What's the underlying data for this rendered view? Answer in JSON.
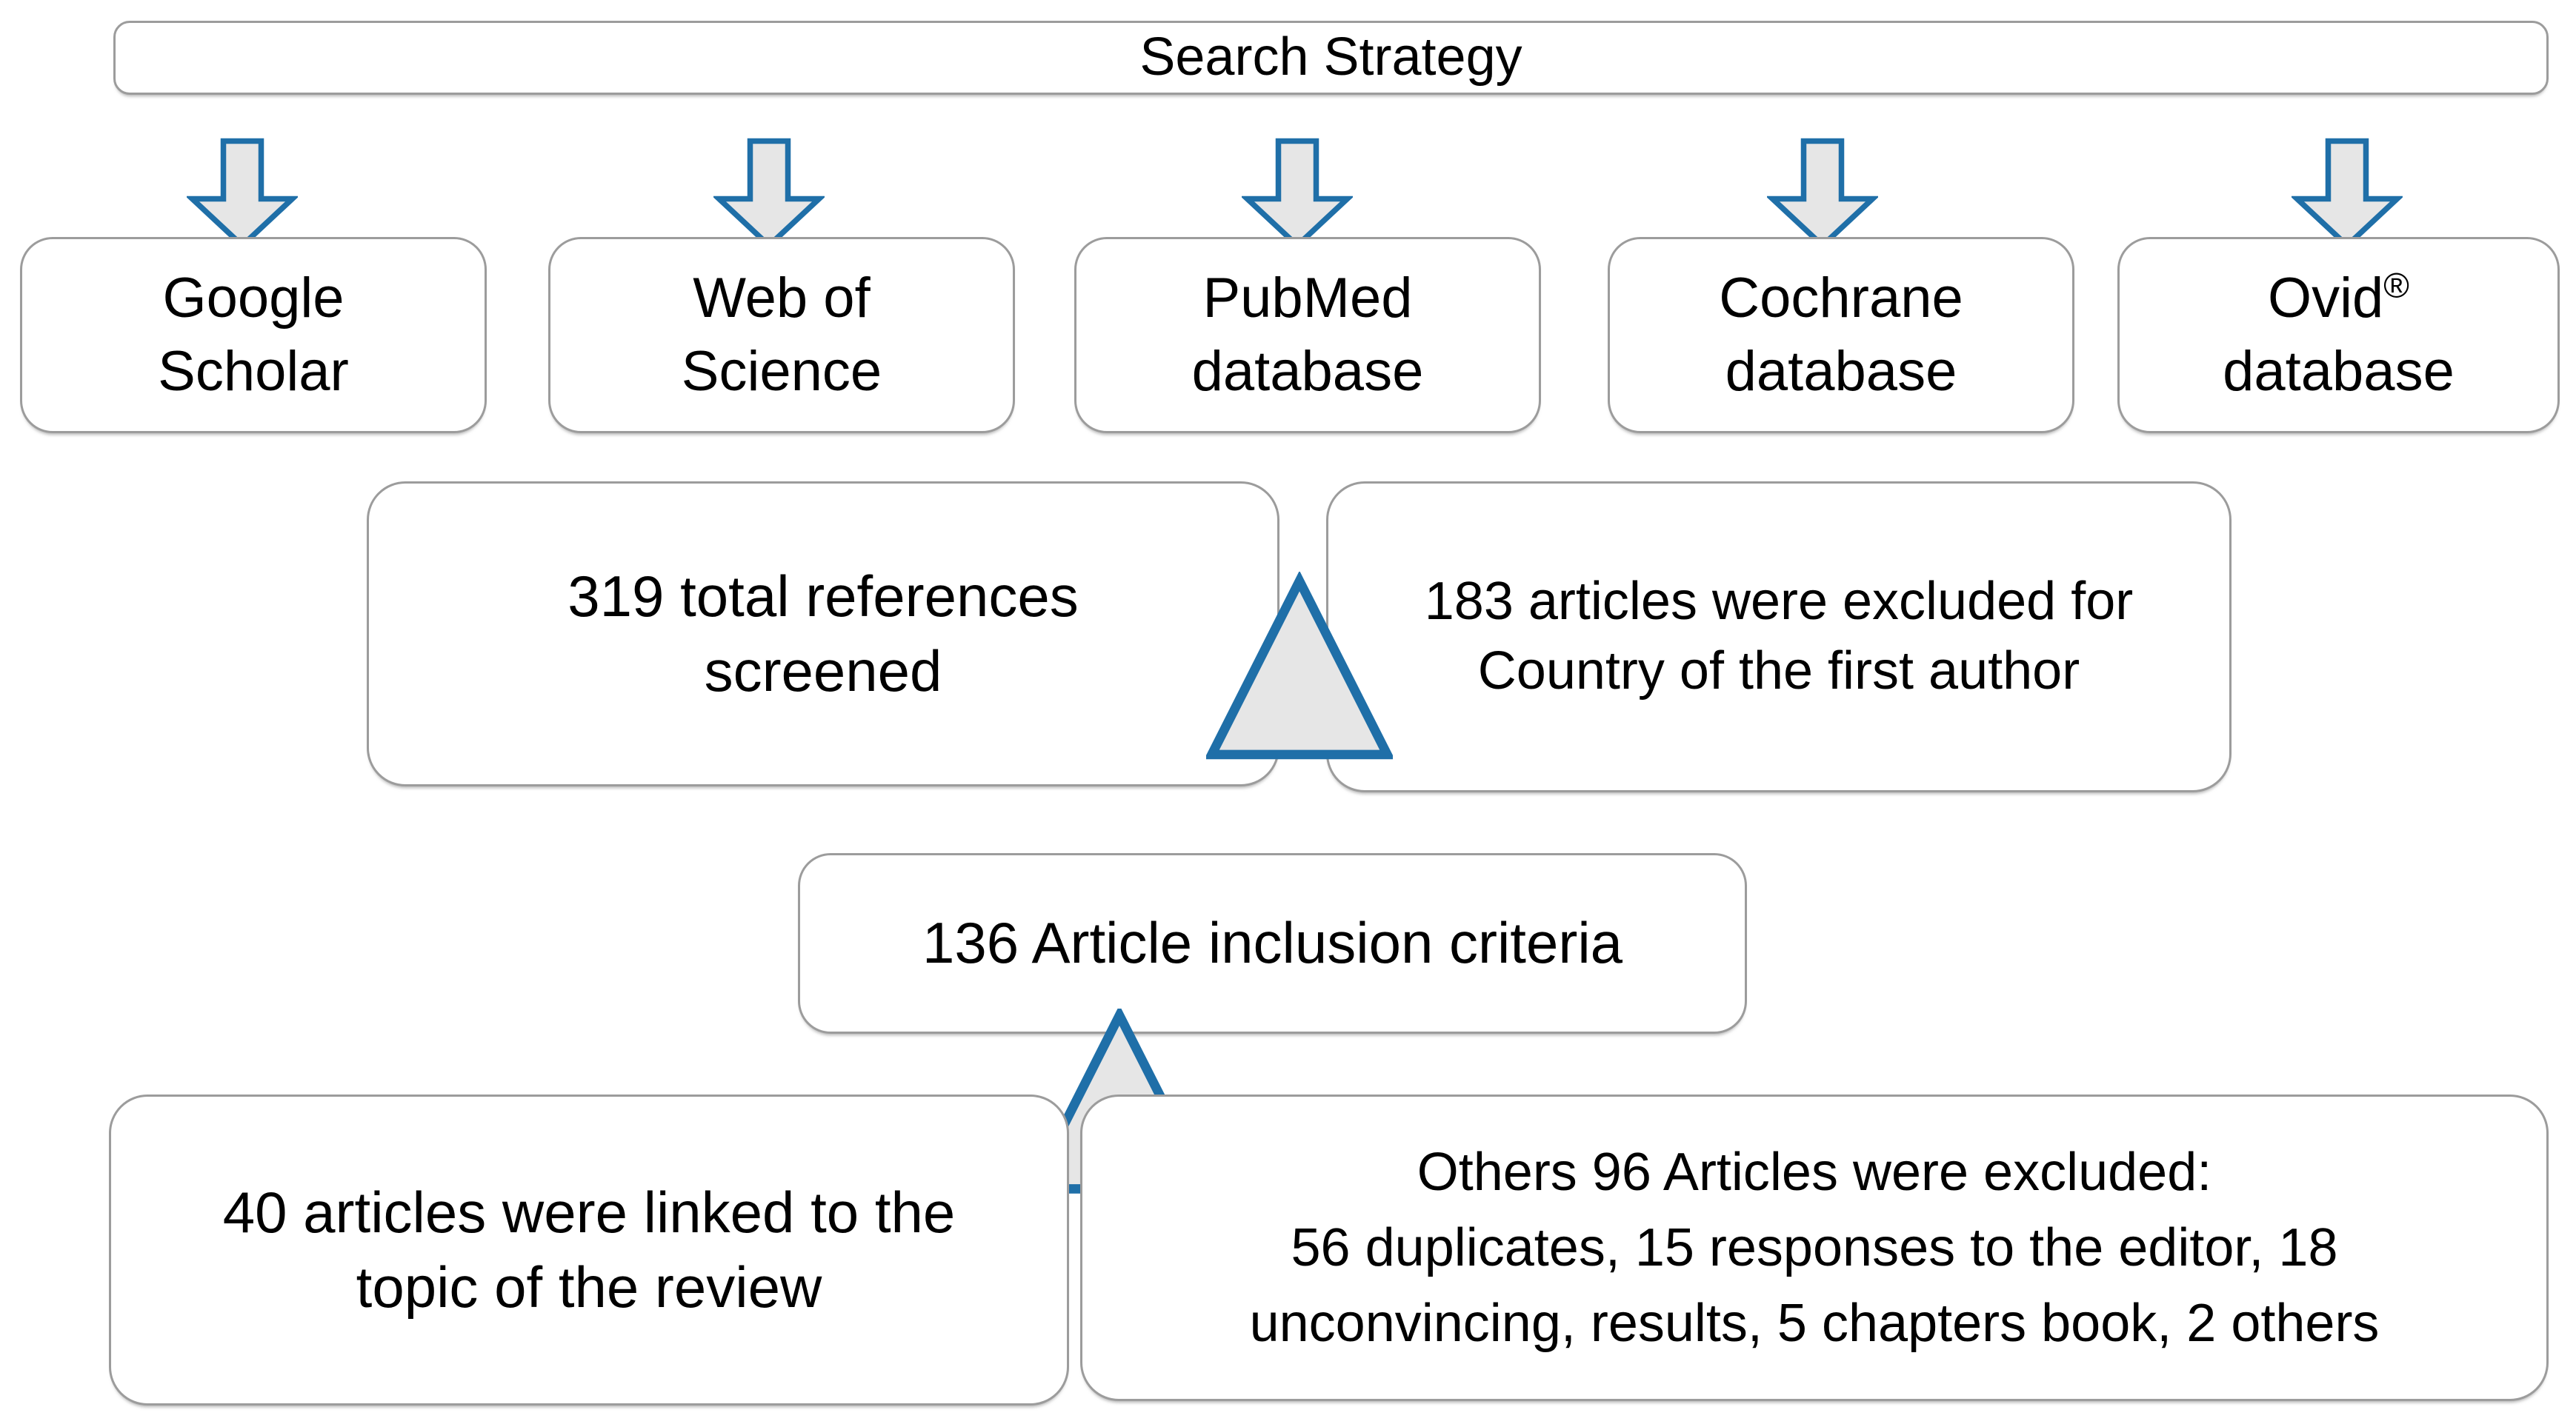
{
  "diagram": {
    "title": "Search Strategy",
    "colors": {
      "box_border": "#9c9c9c",
      "box_fill": "#ffffff",
      "arrow_stroke": "#1f6fa8",
      "arrow_fill": "#e6e6e6",
      "text": "#000000"
    },
    "header": {
      "label": "Search Strategy"
    },
    "databases": [
      {
        "id": "google-scholar",
        "label": "Google\nScholar"
      },
      {
        "id": "web-of-science",
        "label": "Web of\nScience"
      },
      {
        "id": "pubmed",
        "label": "PubMed\ndatabase"
      },
      {
        "id": "cochrane",
        "label": "Cochrane\ndatabase"
      },
      {
        "id": "ovid",
        "label_main": "Ovid",
        "label_sup": "®",
        "label_second": "database"
      }
    ],
    "screened": {
      "label": "319 total references\nscreened",
      "count": 319
    },
    "excluded_country": {
      "label": "183 articles were excluded for\nCountry of the first author",
      "count": 183
    },
    "inclusion": {
      "label": "136 Article inclusion criteria",
      "count": 136
    },
    "linked": {
      "label": "40 articles were linked to the\ntopic of the review",
      "count": 40
    },
    "others_excluded": {
      "label": "Others 96 Articles were excluded:\n56 duplicates, 15 responses to the editor, 18\nunconvincing, results, 5 chapters book, 2 others",
      "count": 96
    },
    "arrows": {
      "down_arrow_name": "down-arrow-icon",
      "triangle_name": "triangle-connector-icon"
    }
  }
}
